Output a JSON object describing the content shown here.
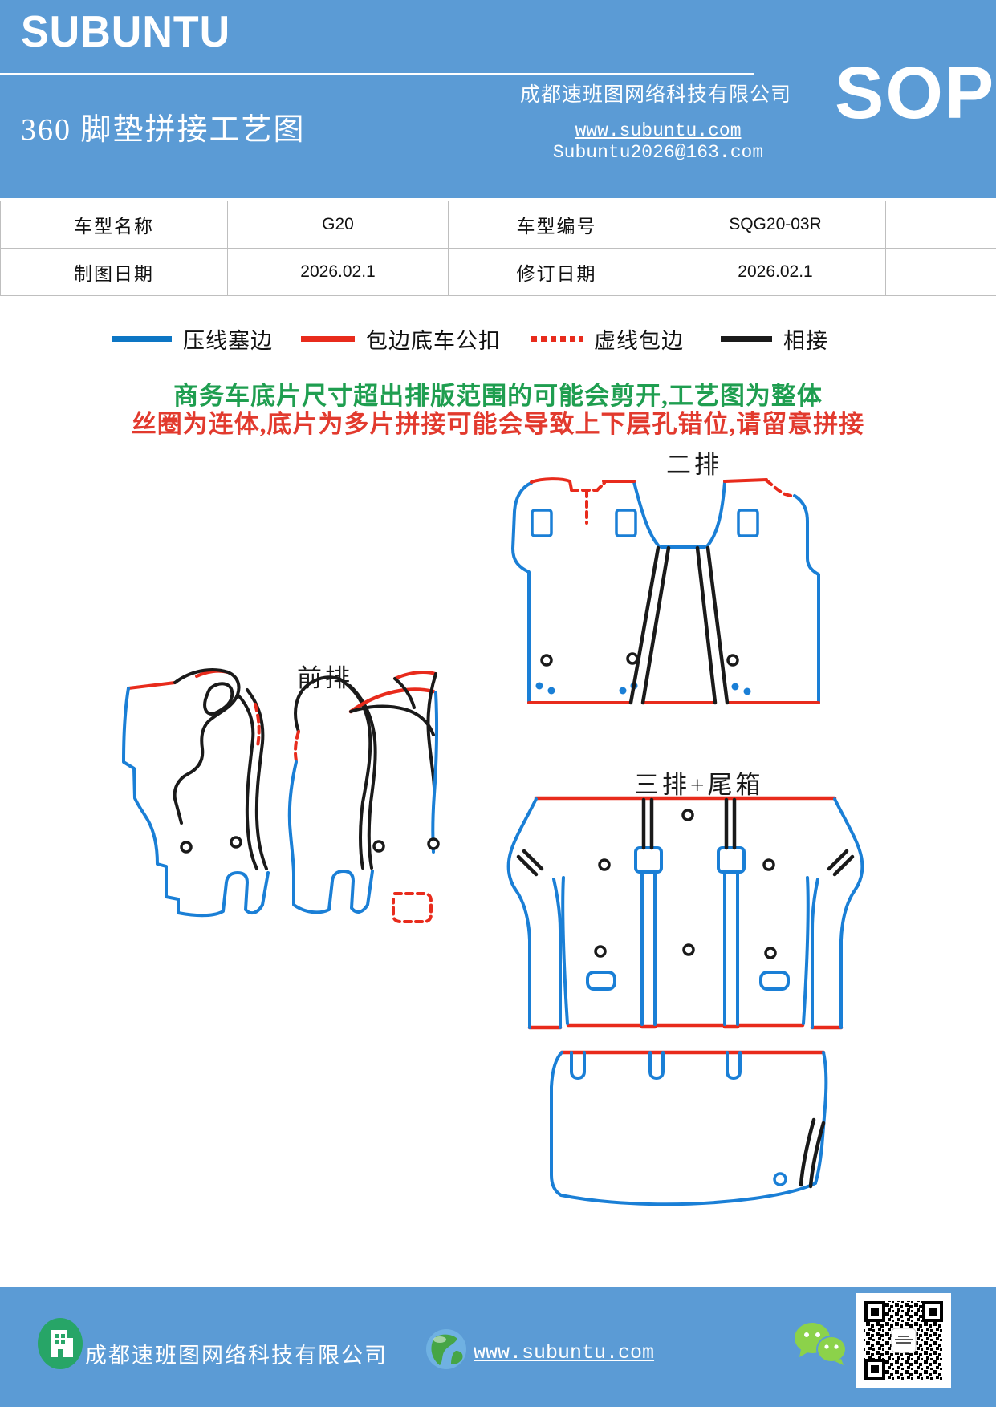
{
  "header": {
    "brand": "SUBUNTU",
    "title": "360 脚垫拼接工艺图",
    "company": "成都速班图网络科技有限公司",
    "website": "www.subuntu.com",
    "email": "Subuntu2026@163.com",
    "badge": "SOP",
    "bg_color": "#5B9BD5"
  },
  "info_table": {
    "rows": [
      {
        "label1": "车型名称",
        "value1": "G20",
        "label2": "车型编号",
        "value2": "SQG20-03R"
      },
      {
        "label1": "制图日期",
        "value1": "2026.02.1",
        "label2": "修订日期",
        "value2": "2026.02.1"
      }
    ]
  },
  "legend": {
    "items": [
      {
        "label": "压线塞边",
        "color": "#0D76C4",
        "style": "solid"
      },
      {
        "label": "包边底车公扣",
        "color": "#E82B1C",
        "style": "solid"
      },
      {
        "label": "虚线包边",
        "color": "#E82B1C",
        "style": "dashed"
      },
      {
        "label": "相接",
        "color": "#1A1A1A",
        "style": "solid"
      }
    ]
  },
  "notices": {
    "line1": "商务车底片尺寸超出排版范围的可能会剪开,工艺图为整体",
    "line1_color": "#1F9E50",
    "line2": "丝圈为连体,底片为多片拼接可能会导致上下层孔错位,请留意拼接",
    "line2_color": "#E23A2E"
  },
  "diagram": {
    "second_row_label": "二排",
    "front_row_label": "前排",
    "third_row_trunk_label": "三排+尾箱",
    "colors": {
      "press_edge_blue": "#1A7FD6",
      "wrap_edge_red": "#E82B1C",
      "join_black": "#1A1A1A"
    }
  },
  "footer": {
    "company": "成都速班图网络科技有限公司",
    "website": "www.subuntu.com",
    "bg_color": "#5B9BD5"
  }
}
